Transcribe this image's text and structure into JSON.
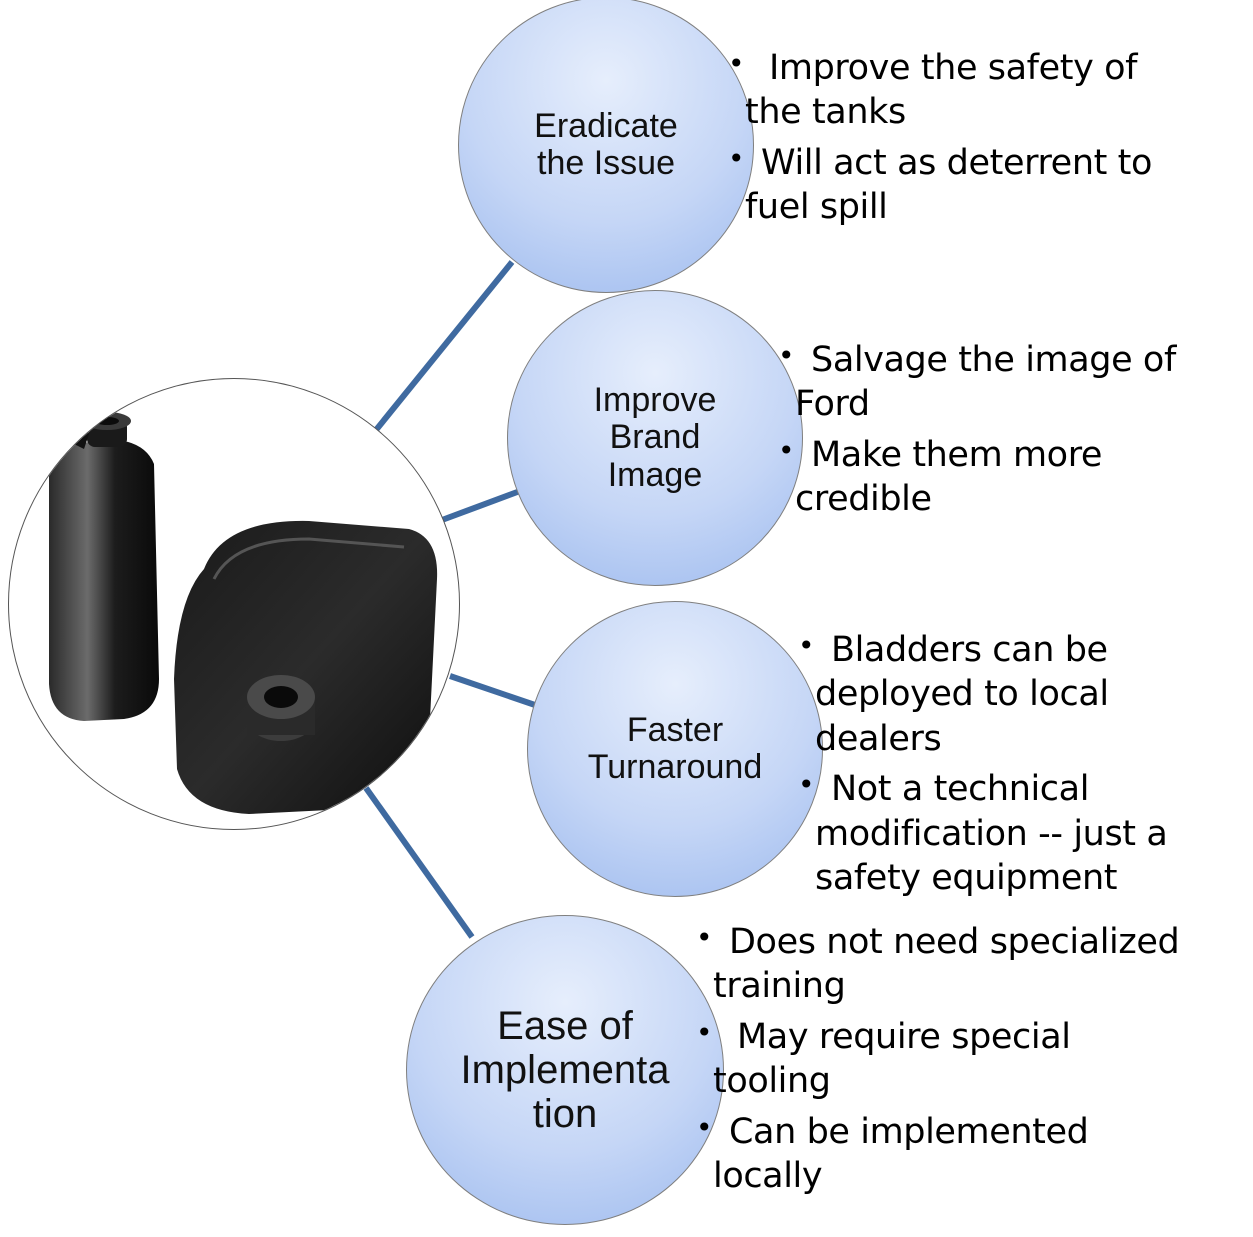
{
  "nodes": [
    {
      "label": "Eradicate\nthe Issue",
      "bullets": [
        "Improve the safety of the tanks",
        "Will act as deterrent to fuel spill"
      ]
    },
    {
      "label": "Improve\nBrand\nImage",
      "bullets": [
        "Salvage the image of Ford",
        "Make them more credible"
      ]
    },
    {
      "label": "Faster\nTurnaround",
      "bullets": [
        "Bladders can be deployed to local dealers",
        "Not a technical modification -- just a safety equipment"
      ]
    },
    {
      "label": "Ease of\nImplementa\ntion",
      "bullets": [
        "Does not need specialized training",
        "May require special tooling",
        "Can be implemented locally"
      ]
    }
  ],
  "colors": {
    "connector": "#3f6aa0",
    "circle_fill_light": "#e6eefc",
    "circle_fill_dark": "#9dbaee",
    "circle_border": "#7f7f7f"
  }
}
